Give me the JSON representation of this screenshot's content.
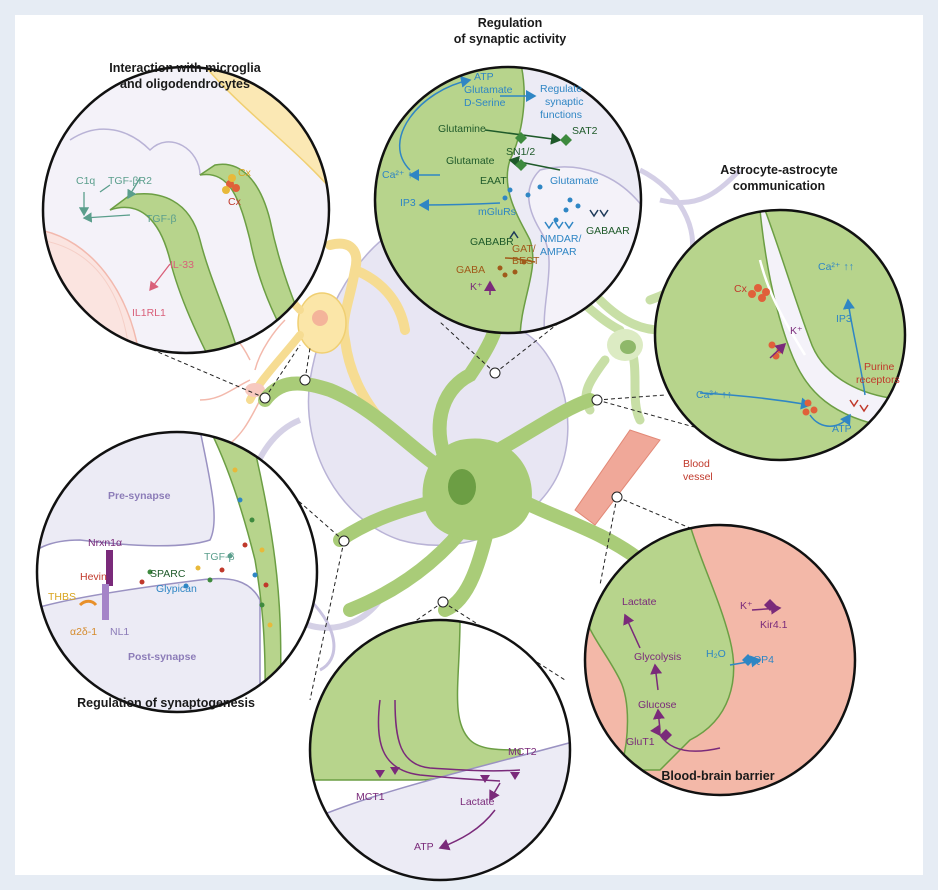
{
  "titles": {
    "synaptic_1": "Regulation",
    "synaptic_2": "of synaptic activity",
    "microglia_1": "Interaction with microglia",
    "microglia_2": "and oligodendrocytes",
    "astro_1": "Astrocyte-astrocyte",
    "astro_2": "communication",
    "synaptogenesis": "Regulation of synaptogenesis",
    "bbb": "Blood-brain barrier"
  },
  "center": {
    "blood_1": "Blood",
    "blood_2": "vessel"
  },
  "synaptic": {
    "atp": "ATP",
    "glutamate_top": "Glutamate",
    "dserine": "D-Serine",
    "regulate_1": "Regulate",
    "regulate_2": "synaptic",
    "regulate_3": "functions",
    "glutamine": "Glutamine",
    "sn12": "SN1/2",
    "sat2": "SAT2",
    "ca": "Ca²⁺ ↑↑",
    "glutamate_mid": "Glutamate",
    "eaat": "EAAT",
    "glutamate_right": "Glutamate",
    "ip3": "IP3",
    "mglurs": "mGluRs",
    "gabab": "GABABR",
    "nmdar_1": "NMDAR/",
    "nmdar_2": "AMPAR",
    "gabaa": "GABAAR",
    "gat_1": "GAT/",
    "gat_2": "BEST",
    "gaba": "GABA",
    "k": "K⁺"
  },
  "microglia": {
    "c1q": "C1q",
    "tgfbr2": "TGF-βR2",
    "tgfb": "TGF-β",
    "cx1": "Cx",
    "cx2": "Cx",
    "il33": "IL-33",
    "il1rl1": "IL1RL1"
  },
  "astro": {
    "cx": "Cx",
    "k": "K⁺",
    "ca_top": "Ca²⁺ ↑↑",
    "ip3": "IP3",
    "ca_left": "Ca²⁺ ↑↑",
    "purine_1": "Purine",
    "purine_2": "receptors",
    "atp": "ATP"
  },
  "synapto": {
    "pre": "Pre-synapse",
    "post": "Post-synapse",
    "nrxn": "Nrxn1α",
    "hevin": "Hevin",
    "sparc": "SPARC",
    "tgfb": "TGF-β",
    "glypican": "Glypican",
    "thbs": "THBS",
    "a2d": "α2δ-1",
    "nl1": "NL1"
  },
  "bbb": {
    "lactate": "Lactate",
    "k": "K⁺",
    "kir": "Kir4.1",
    "glycolysis": "Glycolysis",
    "h2o": "H₂O",
    "aqp4": "AQP4",
    "glucose": "Glucose",
    "glut1": "GluT1"
  },
  "lactate": {
    "mct1": "MCT1",
    "mct2": "MCT2",
    "lactate": "Lactate",
    "atp": "ATP"
  }
}
